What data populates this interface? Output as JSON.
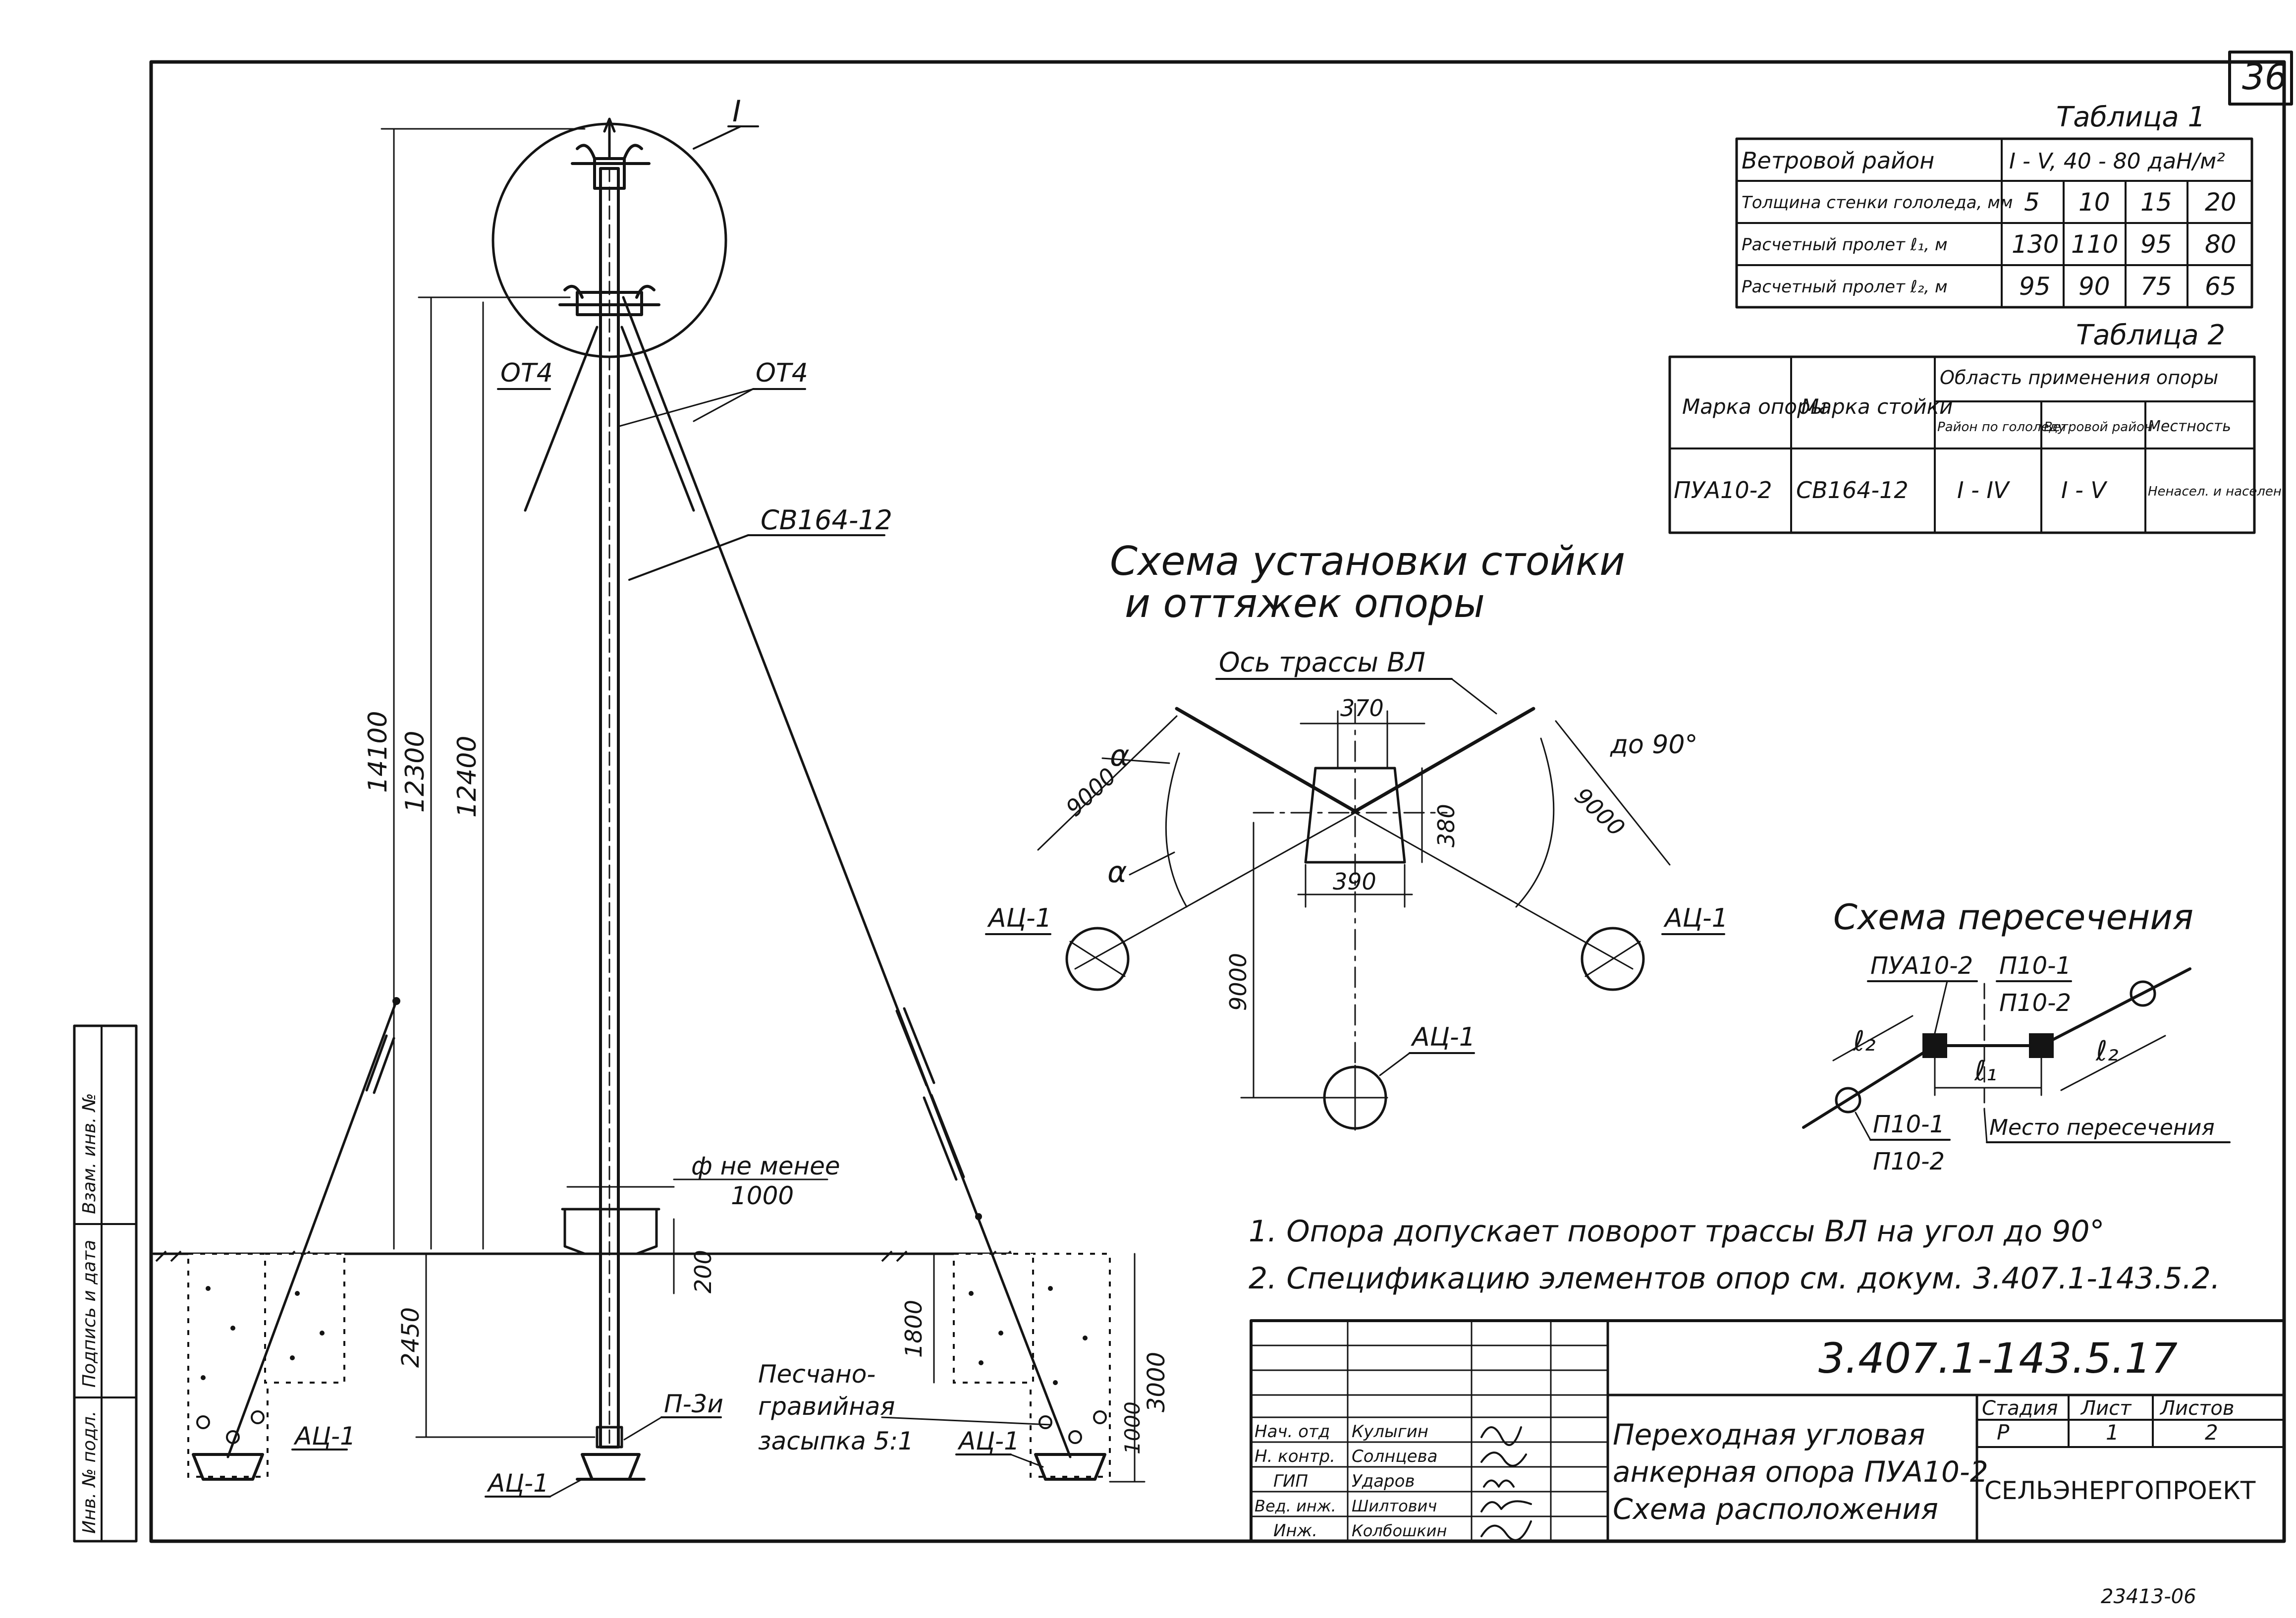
{
  "sheet": {
    "number": "36",
    "footer_code": "23413-06",
    "side_stamp": [
      "Инв. № подл.",
      "Подпись и дата",
      "Взам. инв. №"
    ]
  },
  "table1": {
    "caption": "Таблица 1",
    "wind_label": "Ветровой район",
    "wind_value": "I - V, 40 - 80 даН/м²",
    "rows": [
      {
        "label": "Толщина стенки гололеда, мм",
        "values": [
          "5",
          "10",
          "15",
          "20"
        ]
      },
      {
        "label": "Расчетный пролет ℓ₁, м",
        "values": [
          "130",
          "110",
          "95",
          "80"
        ]
      },
      {
        "label": "Расчетный пролет ℓ₂, м",
        "values": [
          "95",
          "90",
          "75",
          "65"
        ]
      }
    ]
  },
  "table2": {
    "caption": "Таблица 2",
    "col_support": "Марка опоры",
    "col_post": "Марка стойки",
    "col_scope": "Область применения опоры",
    "sub_ice": "Район по гололеду",
    "sub_wind": "Ветровой район",
    "sub_terrain": "Местность",
    "row": {
      "support": "ПУА10-2",
      "post": "СВ164-12",
      "ice": "I - IV",
      "wind": "I - V",
      "terrain": "Ненасел. и населен."
    }
  },
  "elevation": {
    "callout": "I",
    "guy_left": "ОТ4",
    "guy_right": "ОТ4",
    "post": "СВ164-12",
    "dim_14100": "14100",
    "dim_12300": "12300",
    "dim_12400": "12400",
    "dim_2450": "2450",
    "dim_200": "200",
    "dim_1800": "1800",
    "dim_3000": "3000",
    "dim_1000": "1000",
    "dia_note_1": "ф не менее",
    "dia_note_2": "1000",
    "plate": "П-3и",
    "anchor_left": "АЦ-1",
    "anchor_center": "АЦ-1",
    "anchor_right": "АЦ-1",
    "backfill_1": "Песчано-",
    "backfill_2": "гравийная",
    "backfill_3": "засыпка 5:1"
  },
  "plan": {
    "title_1": "Схема установки стойки",
    "title_2": "и оттяжек опоры",
    "axis": "Ось трассы ВЛ",
    "dim_370": "370",
    "dim_380": "380",
    "dim_390": "390",
    "dim_9000_left": "9000",
    "dim_9000_right": "9000",
    "dim_9000_vert": "9000",
    "angle_alpha_1": "α",
    "angle_alpha_2": "α",
    "angle_90": "до 90°",
    "anchor_left": "АЦ-1",
    "anchor_right": "АЦ-1",
    "anchor_bottom": "АЦ-1"
  },
  "crossing": {
    "title": "Схема пересечения",
    "support": "ПУА10-2",
    "line_top_1": "П10-1",
    "line_top_2": "П10-2",
    "line_bottom_1": "П10-1",
    "line_bottom_2": "П10-2",
    "l1": "ℓ₁",
    "l2_left": "ℓ₂",
    "l2_right": "ℓ₂",
    "place": "Место пересечения"
  },
  "notes": [
    "1. Опора допускает поворот трассы ВЛ на угол до 90°",
    "2. Спецификацию элементов опор см. докум. 3.407.1-143.5.2."
  ],
  "title_block": {
    "code": "3.407.1-143.5.17",
    "title_1": "Переходная угловая",
    "title_2": "анкерная опора ПУА10-2",
    "title_3": "Схема расположения",
    "stage_label": "Стадия",
    "sheet_label": "Лист",
    "sheets_label": "Листов",
    "stage": "Р",
    "sheet": "1",
    "sheets": "2",
    "org": "СЕЛЬЭНЕРГОПРОЕКТ",
    "staff": [
      {
        "role": "Нач. отд",
        "name": "Кулыгин"
      },
      {
        "role": "Н. контр.",
        "name": "Солнцева"
      },
      {
        "role": "ГИП",
        "name": "Ударов"
      },
      {
        "role": "Вед. инж.",
        "name": "Шилтович"
      },
      {
        "role": "Инж.",
        "name": "Колбошкин"
      }
    ]
  }
}
